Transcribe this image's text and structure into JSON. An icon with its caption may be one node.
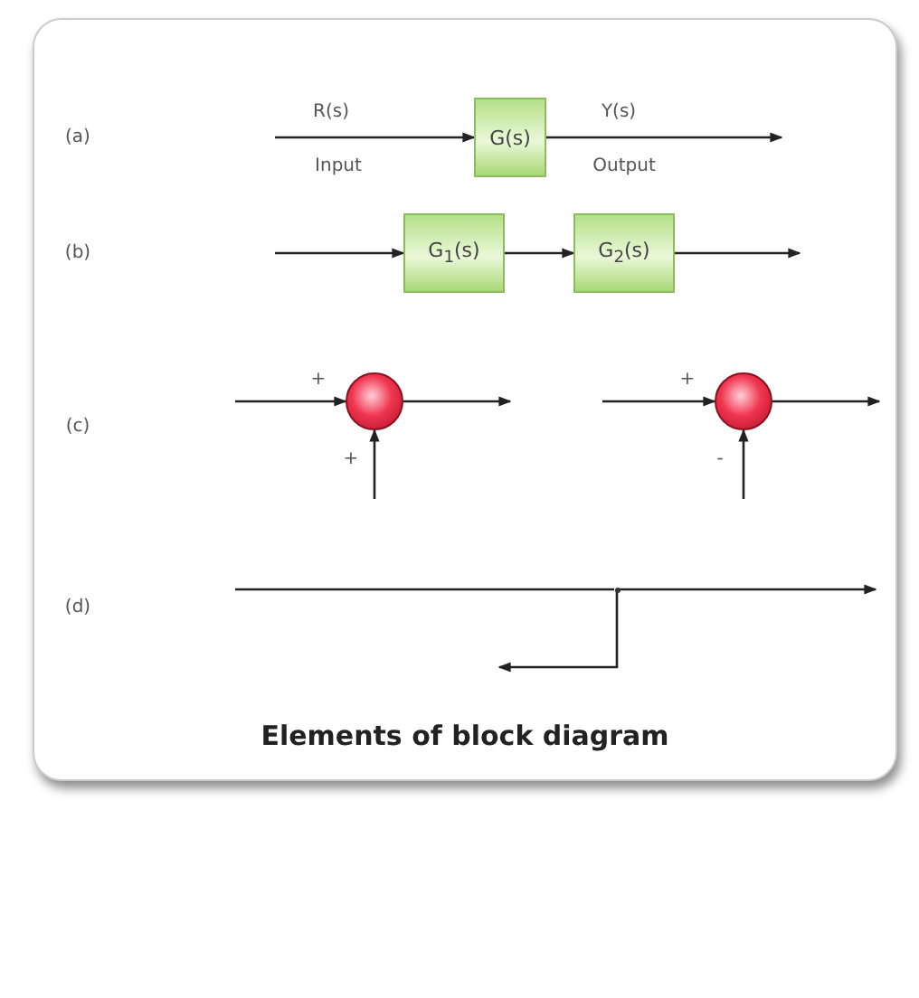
{
  "diagram": {
    "caption": "Elements of block diagram",
    "nodes": [
      {
        "text": [
          "G(s)"
        ]
      },
      {
        "text": [
          "G$_{1}$(s)"
        ]
      },
      {
        "text": [
          "G$_{2}$(s)"
        ]
      },
      {
        "text": [],
        "shape": "circle"
      },
      {
        "text": [],
        "shape": "circle"
      },
      {
        "text": [],
        "shape": "point"
      }
    ],
    "edges": [
      {
        "from": null,
        "to": 0,
        "arrow": "to",
        "label": "R(s)"
      },
      {
        "from": 0,
        "to": null,
        "arrow": "to",
        "label": "Y(s)"
      },
      {
        "from": null,
        "to": 1,
        "arrow": "to"
      },
      {
        "from": 1,
        "to": 2,
        "arrow": "to"
      },
      {
        "from": 2,
        "to": null,
        "arrow": "to"
      },
      {
        "from": null,
        "to": 3,
        "arrow": "to"
      },
      {
        "from": null,
        "to": 3,
        "arrow": "to"
      },
      {
        "from": 3,
        "to": null,
        "arrow": "to"
      },
      {
        "from": null,
        "to": 4,
        "arrow": "to"
      },
      {
        "from": null,
        "to": 4,
        "arrow": "to"
      },
      {
        "from": 4,
        "to": null,
        "arrow": "to"
      },
      {
        "from": null,
        "to": 5,
        "arrow": "none"
      },
      {
        "from": 5,
        "to": null,
        "arrow": "to"
      },
      {
        "from": 5,
        "to": null,
        "arrow": "to"
      }
    ],
    "labels": [
      "(a)",
      "Input",
      "Output",
      "(b)",
      "(c)",
      "+",
      "+",
      "+",
      "-",
      "(d)"
    ]
  }
}
